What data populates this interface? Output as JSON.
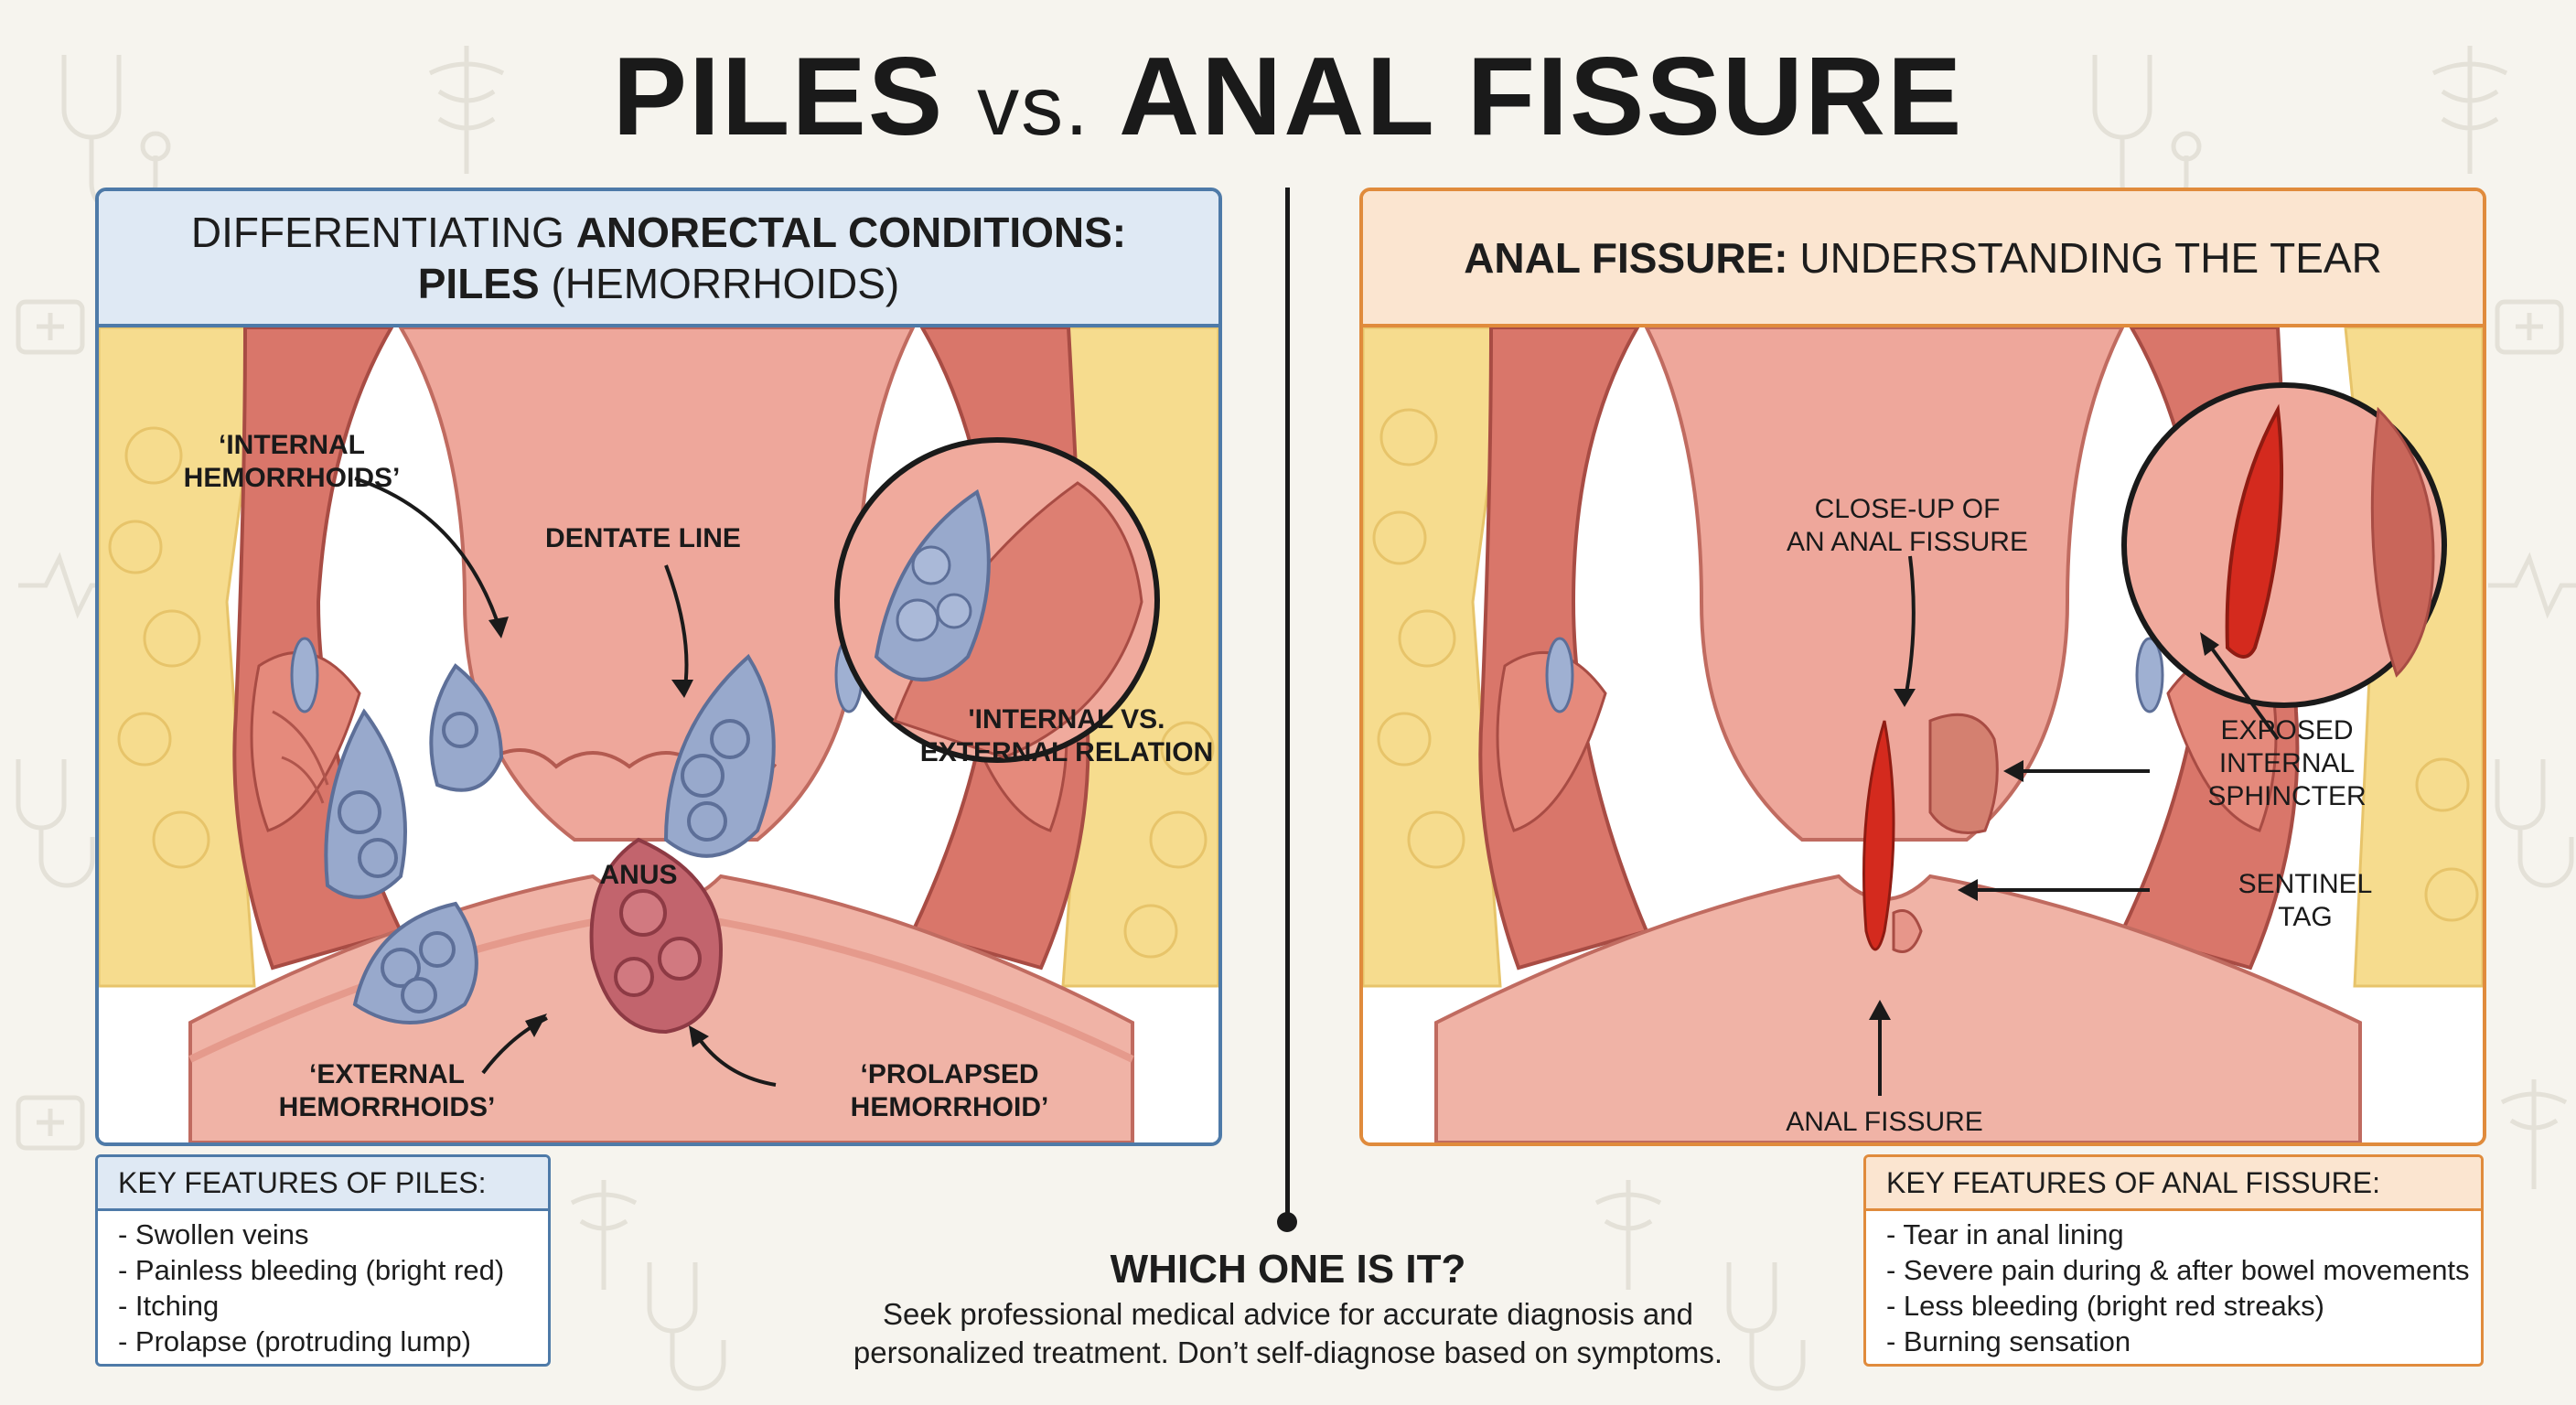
{
  "title": {
    "part1": "PILES",
    "vs": "vs.",
    "part2": "ANAL FISSURE"
  },
  "left_panel": {
    "header_line1_prefix": "DIFFERENTIATING ",
    "header_line1_bold": "ANORECTAL CONDITIONS:",
    "header_line2_bold": "PILES",
    "header_line2_rest": " (HEMORRHOIDS)",
    "labels": {
      "internal_hemorrhoids": [
        "‘INTERNAL",
        "HEMORRHOIDS’"
      ],
      "dentate_line": "DENTATE LINE",
      "internal_vs_external": [
        "'INTERNAL VS.",
        "EXTERNAL RELATION"
      ],
      "anus": "ANUS",
      "external_hemorrhoids": [
        "‘EXTERNAL",
        "HEMORRHOIDS’"
      ],
      "prolapsed_hemorrhoid": [
        "‘PROLAPSED",
        "HEMORRHOID’"
      ]
    }
  },
  "right_panel": {
    "header_bold": "ANAL FISSURE:",
    "header_rest": " UNDERSTANDING THE TEAR",
    "labels": {
      "closeup": [
        "CLOSE-UP OF",
        "AN ANAL FISSURE"
      ],
      "exposed_sphincter": [
        "EXPOSED",
        "INTERNAL",
        "SPHINCTER"
      ],
      "sentinel_tag": [
        "SENTINEL",
        "TAG"
      ],
      "anal_fissure": "ANAL FISSURE"
    }
  },
  "key_piles": {
    "title": "KEY FEATURES OF PILES:",
    "items": [
      "- Swollen veins",
      "- Painless bleeding (bright red)",
      "- Itching",
      "- Prolapse (protruding lump)"
    ]
  },
  "key_fissure": {
    "title": "KEY FEATURES OF ANAL FISSURE:",
    "items": [
      "- Tear in anal lining",
      "- Severe pain during & after bowel movements",
      "- Less bleeding (bright red streaks)",
      "- Burning sensation"
    ]
  },
  "bottom": {
    "question": "WHICH ONE IS IT?",
    "desc_line1": "Seek professional medical advice for accurate diagnosis and",
    "desc_line2": "personalized treatment. Don’t self-diagnose based on symptoms."
  },
  "colors": {
    "piles_accent": "#4e7aa8",
    "fissure_accent": "#e08b3c",
    "tissue": "#e9958a",
    "vein": "#8ea2c6",
    "tear": "#d42a1e"
  }
}
